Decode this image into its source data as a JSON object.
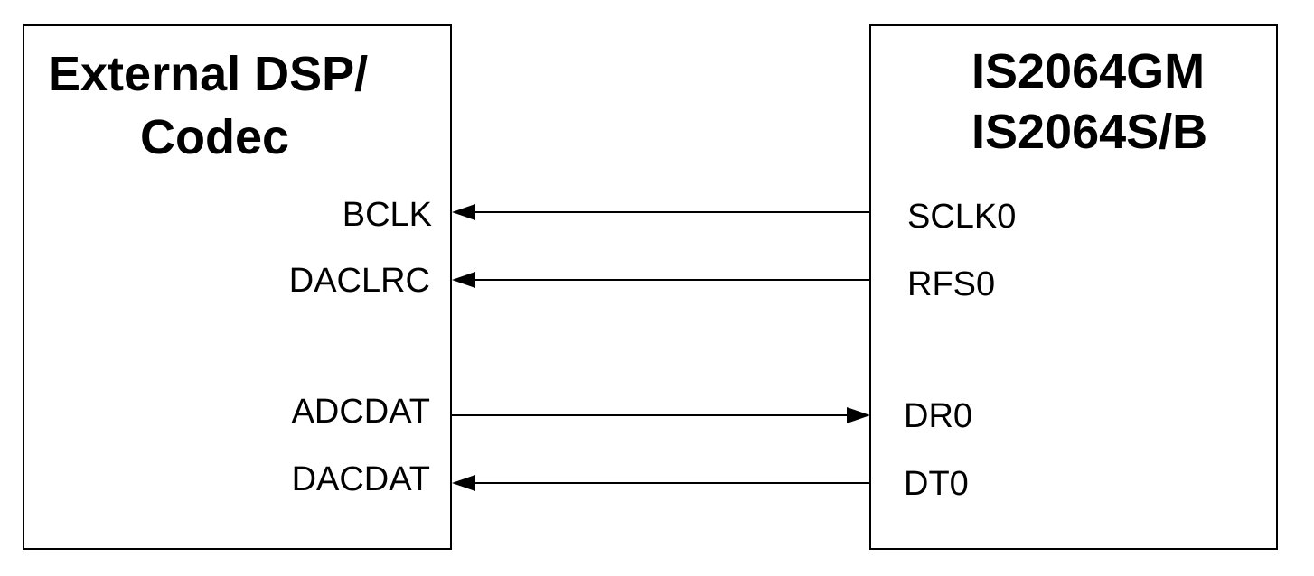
{
  "left_block": {
    "title_lines": [
      "External DSP/",
      "Codec"
    ],
    "pins": [
      "BCLK",
      "DACLRC",
      "ADCDAT",
      "DACDAT"
    ]
  },
  "right_block": {
    "title_lines": [
      "IS2064GM",
      "IS2064S/B"
    ],
    "pins": [
      "SCLK0",
      "RFS0",
      "DR0",
      "DT0"
    ]
  },
  "signals": [
    {
      "from": "SCLK0",
      "to": "BCLK",
      "direction": "right-to-left"
    },
    {
      "from": "RFS0",
      "to": "DACLRC",
      "direction": "right-to-left"
    },
    {
      "from": "ADCDAT",
      "to": "DR0",
      "direction": "left-to-right"
    },
    {
      "from": "DT0",
      "to": "DACDAT",
      "direction": "right-to-left"
    }
  ],
  "colors": {
    "line": "#000000",
    "background": "#ffffff"
  }
}
